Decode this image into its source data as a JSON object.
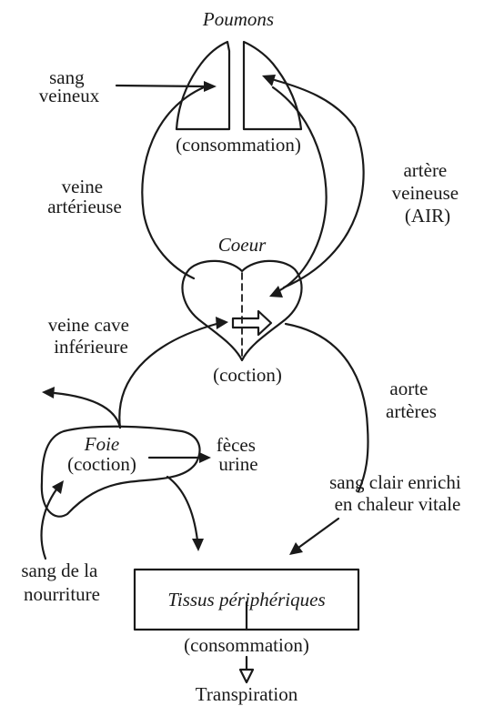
{
  "labels": {
    "poumons": "Poumons",
    "sang_veineux": [
      "sang",
      "veineux"
    ],
    "consommation_poumons": "(consommation)",
    "veine_arterieuse": [
      "veine",
      "artérieuse"
    ],
    "artere_veineuse": [
      "artère",
      "veineuse",
      "(AIR)"
    ],
    "coeur": "Coeur",
    "veine_cave": [
      "veine cave",
      "inférieure"
    ],
    "coction_coeur": "(coction)",
    "aorte": [
      "aorte",
      "artères"
    ],
    "foie": "Foie",
    "coction_foie": "(coction)",
    "feces": [
      "fèces",
      "urine"
    ],
    "sang_clair": [
      "sang clair enrichi",
      "en chaleur vitale"
    ],
    "sang_nourriture": [
      "sang de la",
      "nourriture"
    ],
    "tissus": "Tissus périphériques",
    "consommation_tissus": "(consommation)",
    "transpiration": "Transpiration"
  }
}
